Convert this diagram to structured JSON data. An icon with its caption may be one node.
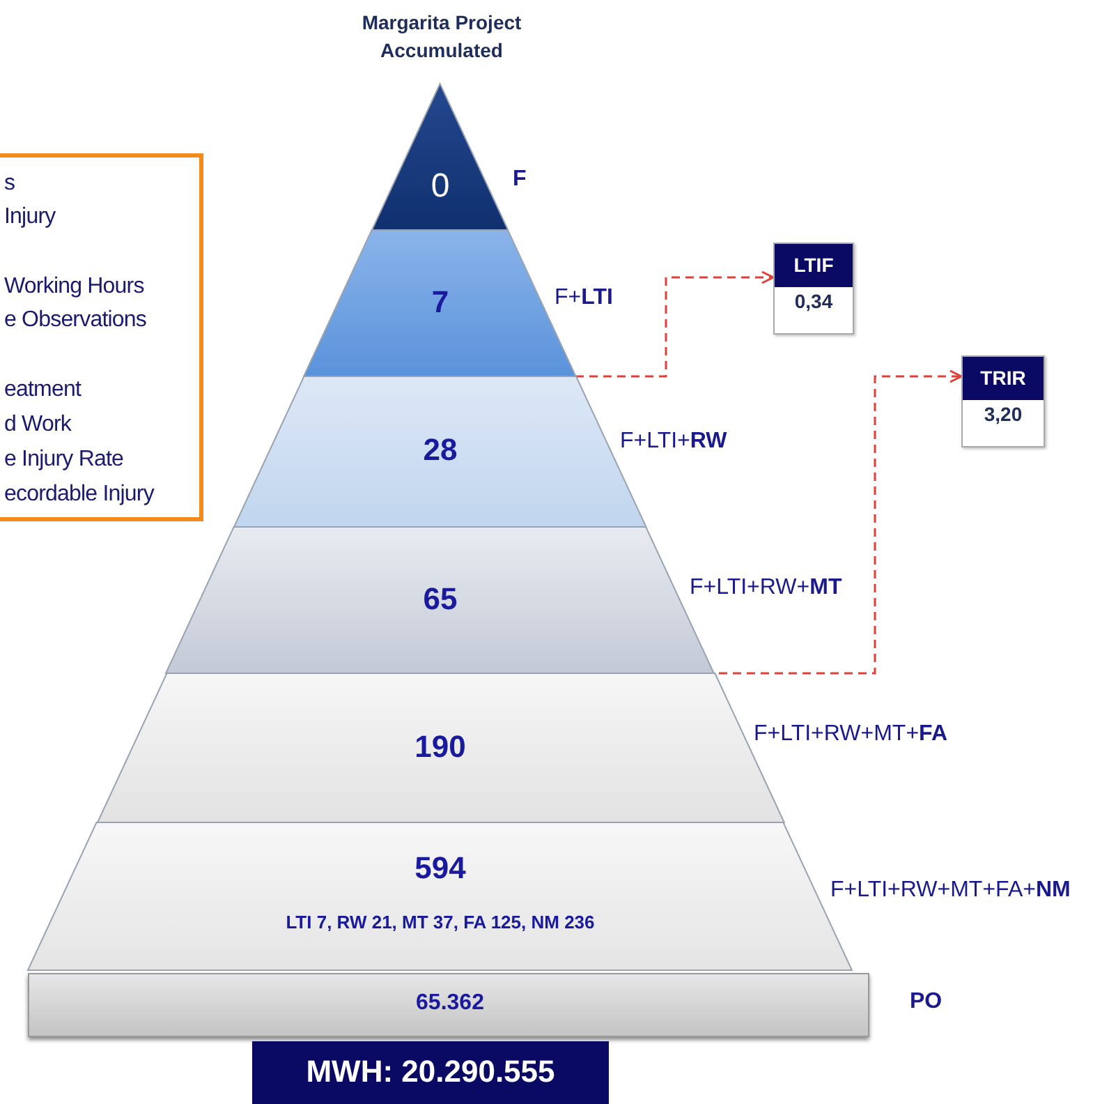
{
  "diagram": {
    "title": "Margarita Project Accumulated",
    "nodes": [
      {
        "text": [
          "0"
        ],
        "beside": [
          "F"
        ]
      },
      {
        "text": [
          "7"
        ],
        "beside": [
          "F+**LTI**"
        ]
      },
      {
        "text": [
          "28"
        ],
        "beside": [
          "F+LTI+**RW**"
        ]
      },
      {
        "text": [
          "65"
        ],
        "beside": [
          "F+LTI+RW+**MT**"
        ]
      },
      {
        "text": [
          "190"
        ],
        "beside": [
          "F+LTI+RW+MT+**FA**"
        ]
      },
      {
        "text": [
          "594",
          "LTI 7, RW 21, MT 37, FA 125, NM 236"
        ],
        "beside": [
          "F+LTI+RW+MT+FA+**NM**"
        ]
      },
      {
        "text": [
          "65.362"
        ],
        "beside": [
          "PO"
        ]
      },
      {
        "text": [
          "MWH: 20.290.555"
        ]
      },
      {
        "text": [
          "LTIF",
          "0,34"
        ]
      },
      {
        "text": [
          "TRIR",
          "3,20"
        ]
      },
      {
        "text": [
          "s",
          "Injury",
          "Working Hours",
          "e Observations",
          "eatment",
          "d Work",
          "e Injury Rate",
          "ecordable Injury"
        ]
      }
    ],
    "edges": [
      {
        "from": 1,
        "to": 8,
        "arrow": "to",
        "style": "dashed"
      },
      {
        "from": 3,
        "to": 9,
        "arrow": "to",
        "style": "dashed"
      }
    ]
  }
}
